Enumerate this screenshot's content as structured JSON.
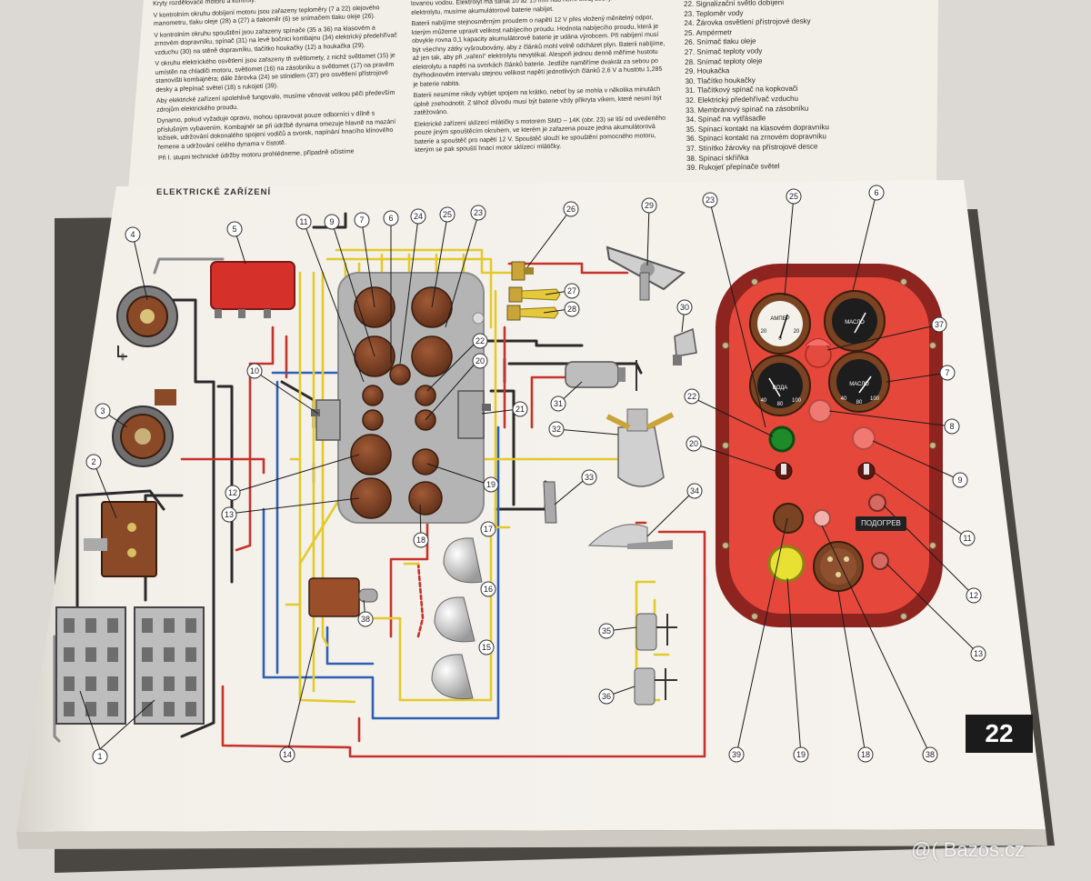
{
  "page": {
    "section_title": "ELEKTRICKÉ ZAŘÍZENÍ",
    "page_number": "22",
    "watermark": "Bazos.cz",
    "indicator_label": "ПОДОГРЕВ"
  },
  "text_column_1": [
    "Kryty rozdělovače motoru a kontroly.",
    "V kontrolním okruhu dobíjení motoru jsou zařazeny teploměry (7 a 22) olejového manometru, tlaku oleje (28) a (27) a tlakoměr (6) se snímačem tlaku oleje (26).",
    "V kontrolním okruhu spouštění jsou zařazeny spínače (35 a 36) na klasovém a zrnovém dopravníku, spínač (31) na levé bočnici kombajnu (34) elektrický předehřívač vzduchu (30) na stěně dopravníku, tlačítko houkačky (12) a houkačka (29).",
    "V okruhu elektrického osvětlení jsou zařazeny tři světlomety, z nichž světlomet (15) je umístěn na chladiči motoru, světlomet (16) na zásobníku a světlomet (17) na pravém stanovišti kombajnéra; dále žárovka (24) se stínidlem (37) pro osvětlení přístrojové desky a přepínač světel (18) s rukojetí (39).",
    "Aby elektrické zařízení spolehlivě fungovalo, musíme věnovat velkou péči především zdrojům elektrického proudu.",
    "Dynamo, pokud vyžaduje opravu, mohou opravovat pouze odborníci v dílně s příslušným vybavením. Kombajnér se při údržbě dynama omezuje hlavně na mazání ložisek, udržování dokonalého spojení vodičů a svorek, napínání hnacího klínového řemene a udržování celého dynama v čistotě.",
    "Při I. stupni technické údržby motoru prohlédneme, případně očistíme"
  ],
  "text_column_2": [
    "lovanou vodou. Elektrolyt má sahat 10 až 15 mm nad horní okraj desky. Klesne-li hustota elektrolytu, musíme akumulátorové baterie nabíjet.",
    "Baterii nabíjíme stejnosměrným proudem o napětí 12 V přes vložený měnitelný odpor, kterým můžeme upravit velikost nabíjecího proudu. Hodnota nabíjecího proudu, která je obvykle rovna 0,1 kapacity akumulátorové baterie je udána výrobcem. Při nabíjení musí být všechny zátky vyšroubovány, aby z článků mohl volně odcházet plyn. Baterii nabíjíme, až jen tak, aby při „vaření“ elektrolytu nevytékal. Alespoň jednou denně měříme hustotu elektrolytu a napětí na svorkách článků baterie. Jestliže naměříme dvakrát za sebou po čtyřhodinovém intervalu stejnou velikost napětí jednotlivých článků 2,6 V a hustotu 1,285 je baterie nabita.",
    "Baterii nesmíme nikdy vybíjet spojem na krátko, neboť by se mohla v několika minutách úplně znehodnotit. Z téhož důvodu musí být baterie vždy přikryta víkem, které nesmí být zatěžováno.",
    "Elektrické zařízení sklízecí mlátičky s motorem SMD – 14K (obr. 23) se liší od uvedeného pouze jiným spouštěcím okruhem, ve kterém je zařazena pouze jedna akumulátorová baterie a spouštěč pro napětí 12 V. Spouštěč slouží ke spouštění pomocného motoru, kterým se pak spouští hnací motor sklízecí mlátičky."
  ],
  "legend_items": [
    "22. Signalizační světlo dobíjení",
    "23. Teploměr vody",
    "24. Žárovka osvětlení přístrojové desky",
    "25. Ampérmetr",
    "26. Snímač tlaku oleje",
    "27. Snímač teploty vody",
    "28. Snímač teploty oleje",
    "29. Houkačka",
    "30. Tlačítko houkačky",
    "31. Tlačítkový spínač na kopkovači",
    "32. Elektrický předehřívač vzduchu",
    "33. Membránový spínač na zásobníku",
    "34. Spínač na vytřásadle",
    "35. Spínací kontakt na klasovém dopravníku",
    "36. Spínací kontakt na zrnovém dopravníku",
    "37. Stínítko žárovky na přístrojové desce",
    "38. Spínací skříňka",
    "39. Rukojeť přepínače světel"
  ],
  "callouts": [
    {
      "id": "c4",
      "text": "4"
    },
    {
      "id": "c5",
      "text": "5"
    },
    {
      "id": "c3",
      "text": "3"
    },
    {
      "id": "c2",
      "text": "2"
    },
    {
      "id": "c1",
      "text": "1"
    },
    {
      "id": "c11",
      "text": "11"
    },
    {
      "id": "c9",
      "text": "9"
    },
    {
      "id": "c7",
      "text": "7"
    },
    {
      "id": "c6",
      "text": "6"
    },
    {
      "id": "c24",
      "text": "24"
    },
    {
      "id": "c25",
      "text": "25"
    },
    {
      "id": "c23",
      "text": "23"
    },
    {
      "id": "c26",
      "text": "26"
    },
    {
      "id": "c29",
      "text": "29"
    },
    {
      "id": "c27",
      "text": "27"
    },
    {
      "id": "c28",
      "text": "28"
    },
    {
      "id": "c30",
      "text": "30"
    },
    {
      "id": "c10",
      "text": "10"
    },
    {
      "id": "c22a",
      "text": "22"
    },
    {
      "id": "c20a",
      "text": "20"
    },
    {
      "id": "c21",
      "text": "21"
    },
    {
      "id": "c31",
      "text": "31"
    },
    {
      "id": "c32",
      "text": "32"
    },
    {
      "id": "c33",
      "text": "33"
    },
    {
      "id": "c34",
      "text": "34"
    },
    {
      "id": "c12a",
      "text": "12"
    },
    {
      "id": "c13a",
      "text": "13"
    },
    {
      "id": "c19a",
      "text": "19"
    },
    {
      "id": "c18a",
      "text": "18"
    },
    {
      "id": "c17",
      "text": "17"
    },
    {
      "id": "c16",
      "text": "16"
    },
    {
      "id": "c15",
      "text": "15"
    },
    {
      "id": "c38a",
      "text": "38"
    },
    {
      "id": "c14",
      "text": "14"
    },
    {
      "id": "c35",
      "text": "35"
    },
    {
      "id": "c36",
      "text": "36"
    },
    {
      "id": "p23",
      "text": "23"
    },
    {
      "id": "p25",
      "text": "25"
    },
    {
      "id": "p6",
      "text": "6"
    },
    {
      "id": "p37",
      "text": "37"
    },
    {
      "id": "p7",
      "text": "7"
    },
    {
      "id": "p22",
      "text": "22"
    },
    {
      "id": "p8",
      "text": "8"
    },
    {
      "id": "p20",
      "text": "20"
    },
    {
      "id": "p9",
      "text": "9"
    },
    {
      "id": "p11",
      "text": "11"
    },
    {
      "id": "p12",
      "text": "12"
    },
    {
      "id": "p13",
      "text": "13"
    },
    {
      "id": "p39",
      "text": "39"
    },
    {
      "id": "p19",
      "text": "19"
    },
    {
      "id": "p18",
      "text": "18"
    },
    {
      "id": "p38",
      "text": "38"
    }
  ],
  "gauges": {
    "ammeter": {
      "label": "АМПЕР",
      "scale": [
        "20",
        "0",
        "20"
      ]
    },
    "pressure": {
      "label": "МАСЛО",
      "scale": []
    },
    "water_temp": {
      "label": "ВОДА",
      "scale": [
        "40",
        "80",
        "100"
      ]
    },
    "oil_temp": {
      "label": "МАСЛО",
      "scale": [
        "40",
        "80",
        "100"
      ]
    }
  },
  "colors": {
    "panel_red": "#e5473a",
    "panel_dark_red": "#8e2420",
    "wire_yellow": "#e8d23c",
    "wire_red": "#c8322c",
    "wire_blue": "#2f5fb4",
    "wire_black": "#2a2a2a",
    "component_brown": "#7a3d22",
    "paper": "#f5f2ec"
  }
}
